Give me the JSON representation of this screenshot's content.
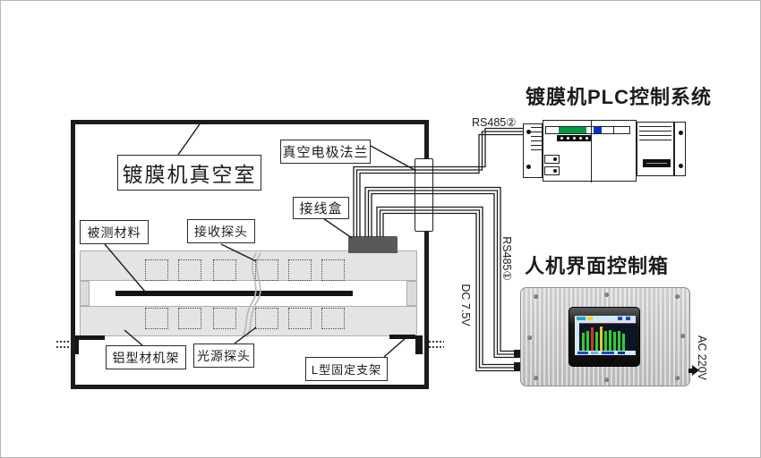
{
  "chamber": {
    "title": "镀膜机真空室",
    "labels": {
      "flange": "真空电极法兰",
      "junction_box": "接线盒",
      "material": "被测材料",
      "receiver_probe": "接收探头",
      "aluminum_frame": "铝型材机架",
      "light_probe": "光源探头",
      "l_bracket": "L型固定支架"
    }
  },
  "plc": {
    "title": "镀膜机PLC控制系统"
  },
  "hmi": {
    "title": "人机界面控制箱"
  },
  "wire_labels": {
    "rs485_plc": "RS485②",
    "rs485_hmi": "RS485①",
    "dc_power": "DC 7.5V",
    "ac_power": "AC 220V"
  },
  "colors": {
    "line": "#1c1c1c",
    "frame_gray": "#e4e4e4",
    "junction_gray": "#595959",
    "plc_green": "#009a44",
    "plc_blue": "#0033cc",
    "hmi_metal": "#cccccc",
    "screen_bg": "#cfe9f6",
    "bar_green": "#33cc33",
    "bar_red": "#dd3322",
    "bar_yellow": "#ddcc22"
  }
}
